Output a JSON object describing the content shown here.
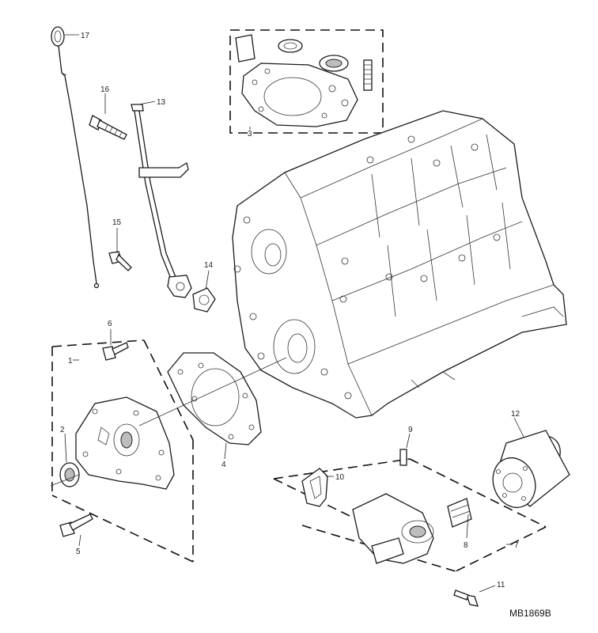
{
  "diagram": {
    "reference_code": "MB1869B",
    "callouts": {
      "c1": "1",
      "c2": "2",
      "c3": "3",
      "c4": "4",
      "c5": "5",
      "c6": "6",
      "c7": "7",
      "c8": "8",
      "c9": "9",
      "c10": "10",
      "c11": "11",
      "c12": "12",
      "c13": "13",
      "c14": "14",
      "c15": "15",
      "c16": "16",
      "c17": "17"
    }
  }
}
